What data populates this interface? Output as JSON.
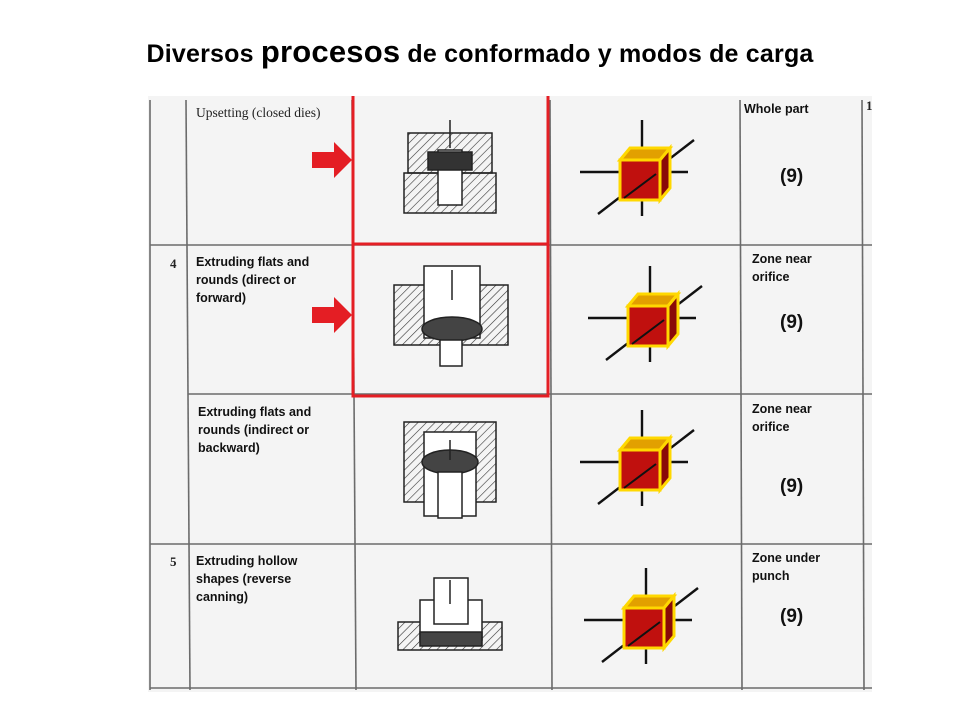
{
  "title": {
    "part1": "Diversos ",
    "part2": "procesos",
    "part3": " de conformado y modos de carga"
  },
  "rows": [
    {
      "number": "",
      "process": "Upsetting (closed dies)",
      "region": "Whole part",
      "index": "(9)",
      "highlighted": true
    },
    {
      "number": "4",
      "process": "Extruding flats and\n  rounds (direct or\n  forward)",
      "region": "Zone near\norifice",
      "index": "(9)",
      "highlighted": true
    },
    {
      "number": "",
      "process": "Extruding flats and\nrounds (indirect or\nbackward)",
      "region": "Zone near\norifice",
      "index": "(9)",
      "highlighted": false
    },
    {
      "number": "5",
      "process": "Extruding hollow\n  shapes (reverse\n  canning)",
      "region": "Zone under\npunch",
      "index": "(9)",
      "highlighted": false
    }
  ],
  "corner_mark": "1",
  "colors": {
    "highlight": "#e41e24",
    "cube": "#c0100e",
    "cube_edge": "#ffd800"
  }
}
